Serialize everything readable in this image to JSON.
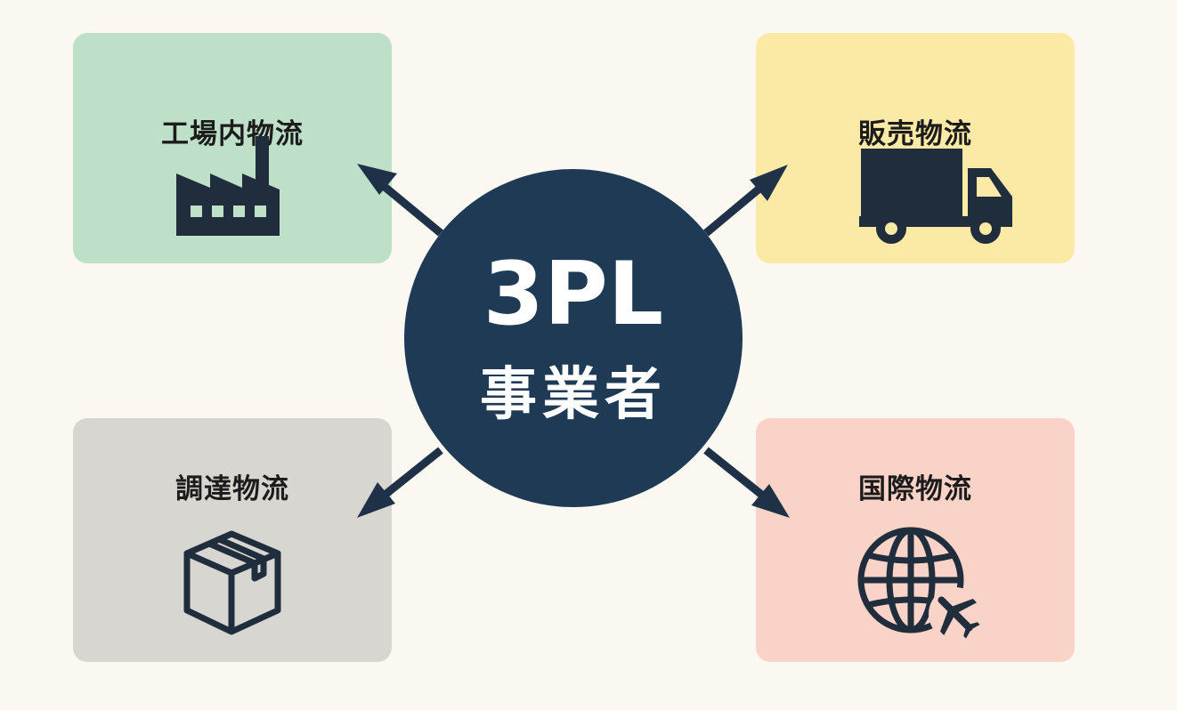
{
  "hub": {
    "line1": "3PL",
    "line2": "事業者"
  },
  "cards": {
    "top_left": {
      "title": "工場内物流",
      "icon": "factory-icon",
      "color": "#bfe0c8"
    },
    "top_right": {
      "title": "販売物流",
      "icon": "truck-icon",
      "color": "#fbe9a6"
    },
    "bottom_left": {
      "title": "調達物流",
      "icon": "box-icon",
      "color": "#d8d6d0"
    },
    "bottom_right": {
      "title": "国際物流",
      "icon": "globe-airplane-icon",
      "color": "#f9d3c8"
    }
  },
  "colors": {
    "hub": "#1e3a55",
    "arrow": "#1f3147",
    "icon": "#1f2d3d",
    "background": "#fbf8f2"
  }
}
